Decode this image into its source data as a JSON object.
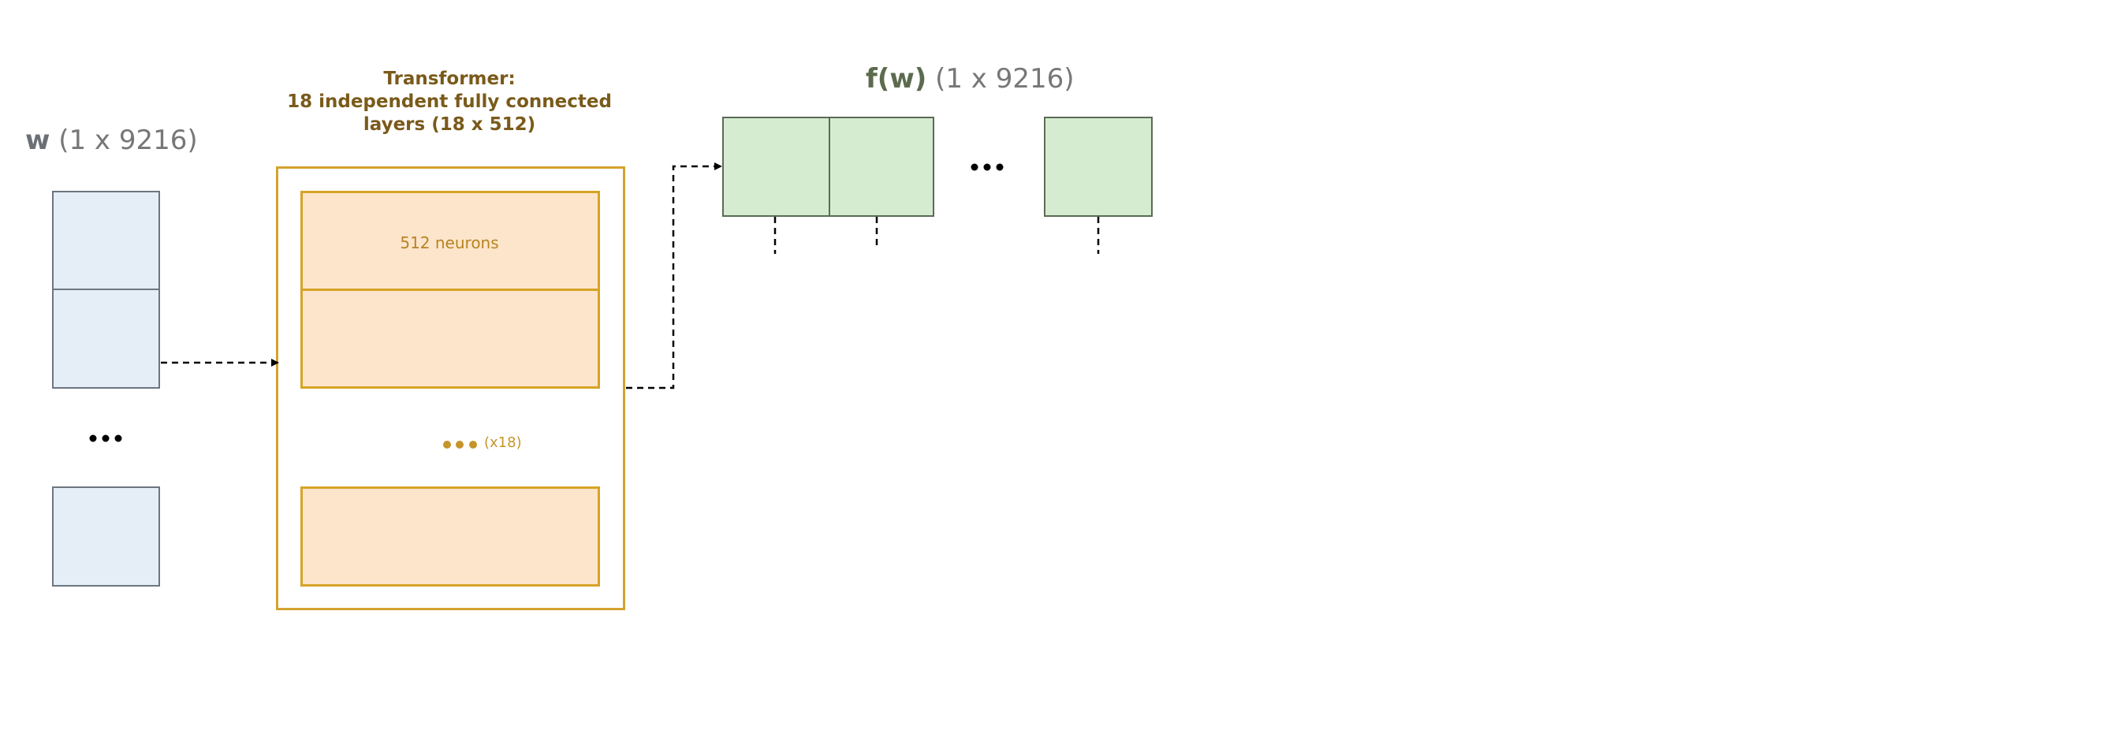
{
  "input": {
    "label_bold": "w",
    "label_rest": " (1 x 9216)"
  },
  "transformer": {
    "title_lines": [
      "Transformer:",
      "18 independent fully connected",
      "layers (18 x 512)"
    ],
    "neurons_label": "512 neurons",
    "repeat_label": "(x18)"
  },
  "output": {
    "label_bold": "f(w)",
    "label_rest": " (1 x 9216)"
  },
  "colors": {
    "input_fill": "#e5edf6",
    "output_fill": "#d6ecd1",
    "layer_fill": "#fde5cc",
    "transformer_border": "#d4a230"
  }
}
